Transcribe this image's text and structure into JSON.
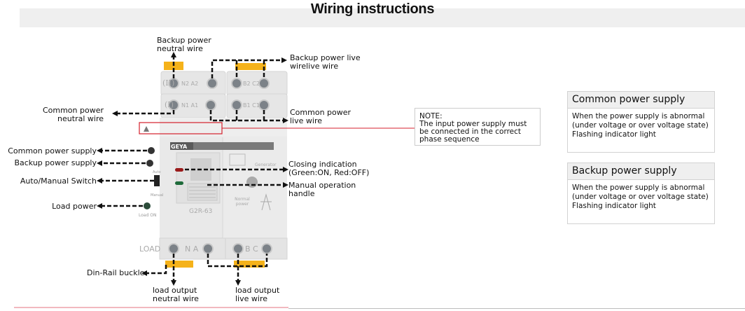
{
  "title": "Wiring instructions",
  "device": {
    "brand": "GEYA",
    "model": "G2R-63",
    "top_row_ii": {
      "phase": "(II)",
      "left_terms": "N2 A2",
      "right_terms": "B2 C2"
    },
    "top_row_i": {
      "phase": "(I)",
      "left_terms": "N1 A1",
      "right_terms": "B1 C1"
    },
    "bottom_row": {
      "label": "LOAD",
      "left_terms": "N A",
      "right_terms": "B C"
    },
    "panel_labels": {
      "auto": "Auto",
      "manual": "Manual",
      "load_on": "Load ON",
      "generator": "Generator",
      "normal_power": "Normal power"
    },
    "small_note": {
      "heading": "NOTE:",
      "text": "The input power supply must be connected in the correct phase sequence"
    }
  },
  "callouts": {
    "backup_neutral": [
      "Backup power",
      "neutral wire"
    ],
    "backup_live": [
      "Backup power live",
      "wirelive wire"
    ],
    "common_neutral": [
      "Common power",
      "neutral wire"
    ],
    "common_live": [
      "Common power",
      "live wire"
    ],
    "common_supply": "Common power supply",
    "backup_supply": "Backup power supply",
    "auto_manual": "Auto/Manual Switch",
    "load_power": "Load power",
    "closing_indication": [
      "Closing indication",
      "(Green:ON, Red:OFF)"
    ],
    "manual_handle": [
      "Manual operation",
      "handle"
    ],
    "din_rail": "Din-Rail buckle",
    "load_neutral": [
      "load output",
      "neutral wire"
    ],
    "load_live": [
      "load output",
      "live wire"
    ]
  },
  "note": {
    "heading": "NOTE:",
    "lines": [
      "The input power supply must",
      "be connected in the correct",
      "phase sequence"
    ]
  },
  "info_cards": [
    {
      "title": "Common power supply",
      "lines": [
        "When the power supply is abnormal",
        "(under voltage or over voltage state)",
        "Flashing indicator light"
      ]
    },
    {
      "title": "Backup power supply",
      "lines": [
        "When the power supply is abnormal",
        "(under voltage or over voltage state)",
        "Flashing indicator light"
      ]
    }
  ],
  "colors": {
    "title_bar": "#efefef",
    "device_body": "#e9e9e9",
    "accent_red": "#d4202c",
    "din_clip": "#f5b21a",
    "led_red": "#9a1a1a",
    "led_green": "#1e6b3a"
  }
}
